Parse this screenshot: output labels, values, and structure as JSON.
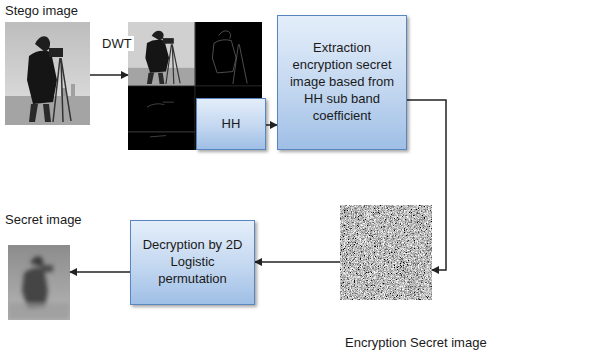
{
  "diagram": {
    "nodes": [
      {
        "text": [
          "Stego image"
        ]
      },
      {
        "text": []
      },
      {
        "text": [
          "HH"
        ],
        "in": 1
      },
      {
        "text": [
          "Extraction encryption secret image based from HH sub band coefficient"
        ]
      },
      {
        "text": [
          "Encryption Secret image"
        ]
      },
      {
        "text": [
          "Decryption by 2D Logistic permutation"
        ]
      },
      {
        "text": [
          "Secret image"
        ]
      }
    ],
    "edges": [
      {
        "from": 0,
        "to": 1,
        "arrow": "to",
        "label": "DWT"
      },
      {
        "from": 2,
        "to": 3,
        "arrow": "to"
      },
      {
        "from": 3,
        "to": 4,
        "arrow": "to"
      },
      {
        "from": 4,
        "to": 5,
        "arrow": "to"
      },
      {
        "from": 5,
        "to": 6,
        "arrow": "to"
      }
    ]
  }
}
